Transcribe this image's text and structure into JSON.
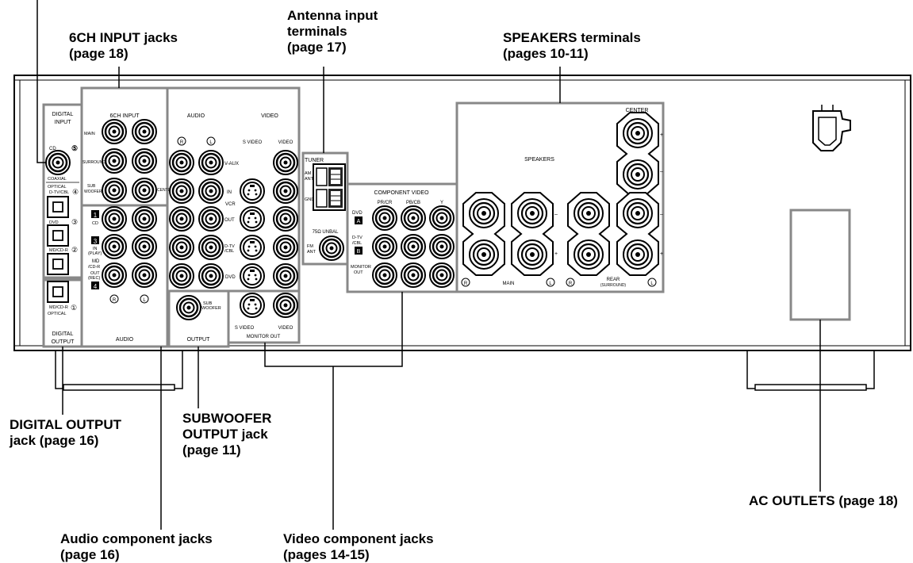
{
  "callouts": {
    "six_ch": [
      "6CH INPUT jacks",
      "(page 18)"
    ],
    "antenna": [
      "Antenna input",
      "terminals",
      "(page 17)"
    ],
    "speakers": [
      "SPEAKERS terminals",
      "(pages 10-11)"
    ],
    "digital_output": [
      "DIGITAL OUTPUT",
      "jack (page 16)"
    ],
    "subwoofer": [
      "SUBWOOFER",
      "OUTPUT jack",
      "(page 11)"
    ],
    "ac_outlets": [
      "AC OUTLETS (page 18)"
    ],
    "audio_component": [
      "Audio component jacks",
      "(page 16)"
    ],
    "video_component": [
      "Video component jacks",
      "(pages 14-15)"
    ]
  },
  "panel_labels": {
    "digital_input": [
      "DIGITAL",
      "INPUT"
    ],
    "cd": "CD",
    "coaxial": "COAXIAL",
    "optical": "OPTICAL",
    "dtv_cbl": "D-TV/CBL",
    "dvd": "DVD",
    "md_cdr": "MD/CD-R",
    "digital_output": [
      "DIGITAL",
      "OUTPUT"
    ],
    "six_ch_input": "6CH INPUT",
    "main": "MAIN",
    "surround": "SURROUND",
    "sub_woofer": [
      "SUB",
      "WOOFER"
    ],
    "center": "CENTER",
    "audio": "AUDIO",
    "audio_top": "AUDIO",
    "video_top": "VIDEO",
    "svideo_top": "S VIDEO",
    "video_col": "VIDEO",
    "vaux": "V-AUX",
    "vcr": "VCR",
    "in": "IN",
    "out": "OUT",
    "dtv_cbl2": [
      "D-TV",
      "/CBL"
    ],
    "dvd2": "DVD",
    "in_play": [
      "IN",
      "(PLAY)"
    ],
    "md_cdr2": [
      "MD",
      "/CD-R"
    ],
    "out_rec": [
      "OUT",
      "(REC)"
    ],
    "output": "OUTPUT",
    "svideo_bottom": "S VIDEO",
    "video_bottom": "VIDEO",
    "monitor_out": "MONITOR OUT",
    "tuner": "TUNER",
    "am_ant": [
      "AM",
      "ANT"
    ],
    "gnd": "GND",
    "fm_ant": [
      "FM",
      "ANT"
    ],
    "unbal": "75Ω UNBAL",
    "component_video": "COMPONENT VIDEO",
    "pr_cr": "PR/CR",
    "pb_cb": "PB/CB",
    "y": "Y",
    "dvd3": "DVD",
    "dtv_cbl3": [
      "D-TV",
      "/CBL"
    ],
    "monitor_out2": [
      "MONITOR",
      "OUT"
    ],
    "speakers": "SPEAKERS",
    "center2": "CENTER",
    "main2": "MAIN",
    "rear": [
      "REAR",
      "(SURROUND)"
    ],
    "r": "R",
    "l": "L",
    "plus": "+",
    "minus": "–"
  },
  "colors": {
    "panel_bg": "#ffffff",
    "frame": "#000000",
    "group_box": "#888888"
  }
}
